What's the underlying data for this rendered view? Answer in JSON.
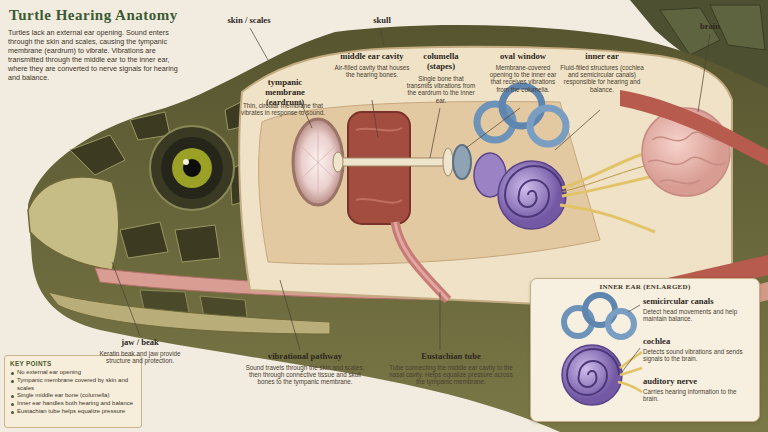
{
  "diagram": {
    "title": "Turtle Hearing Anatomy",
    "nodes": [
      {
        "text": [
          "KEY POINTS",
          "No external ear opening",
          "Tympanic membrane covered by skin and scales",
          "Single middle ear bone (columella)",
          "Inner ear handles both hearing and balance",
          "Eustachian tube helps equalize pressure"
        ]
      },
      {
        "text": [
          "INNER EAR (ENLARGED)",
          "semicircular canals",
          "Detect head movements and help maintain balance.",
          "cochlea",
          "Detects sound vibrations and sends signals to the brain.",
          "auditory nerve",
          "Carries hearing information to the brain."
        ]
      }
    ],
    "labels": [
      "Turtles lack an external ear opening. Sound enters through the skin and scales, causing the tympanic membrane (eardrum) to vibrate. Vibrations are transmitted through the middle ear to the inner ear, where they are converted to nerve signals for hearing and balance.",
      "skin / scales",
      "skull",
      "brain",
      "tympanic membrane (eardrum)",
      "Thin, circular membrane that vibrates in response to sound.",
      "middle ear cavity",
      "Air-filled cavity that houses the hearing bones.",
      "columella (stapes)",
      "Single bone that transmits vibrations from the eardrum to the inner ear.",
      "oval window",
      "Membrane-covered opening to the inner ear that receives vibrations from the columella.",
      "inner ear",
      "Fluid-filled structures (cochlea and semicircular canals) responsible for hearing and balance.",
      "jaw / beak",
      "Keratin beak and jaw provide structure and protection.",
      "vibrational pathway",
      "Sound travels through the skin and scales, then through connective tissue and skull bones to the tympanic membrane.",
      "Eustachian tube",
      "Tube connecting the middle ear cavity to the nasal cavity. Helps equalize pressure across the tympanic membrane."
    ]
  }
}
